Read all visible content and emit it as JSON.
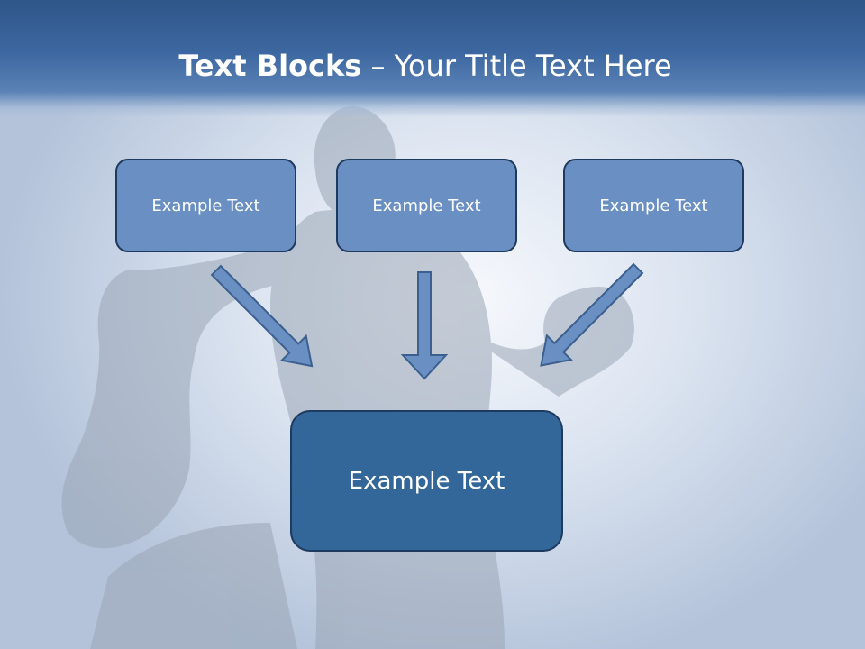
{
  "slide": {
    "title_bold": "Text Blocks",
    "title_dash": " – ",
    "title_rest": "Your Title Text Here"
  },
  "blocks": {
    "top": [
      {
        "label": "Example Text"
      },
      {
        "label": "Example Text"
      },
      {
        "label": "Example Text"
      }
    ],
    "main": {
      "label": "Example Text"
    }
  },
  "colors": {
    "header": "#3d67a0",
    "box_fill": "#6a8fc3",
    "main_box_fill": "#336699",
    "border": "#1f3a5f",
    "arrow_fill": "#6a8fc3"
  },
  "icons": [
    "arrow-down-right-icon",
    "arrow-down-icon",
    "arrow-down-left-icon"
  ]
}
